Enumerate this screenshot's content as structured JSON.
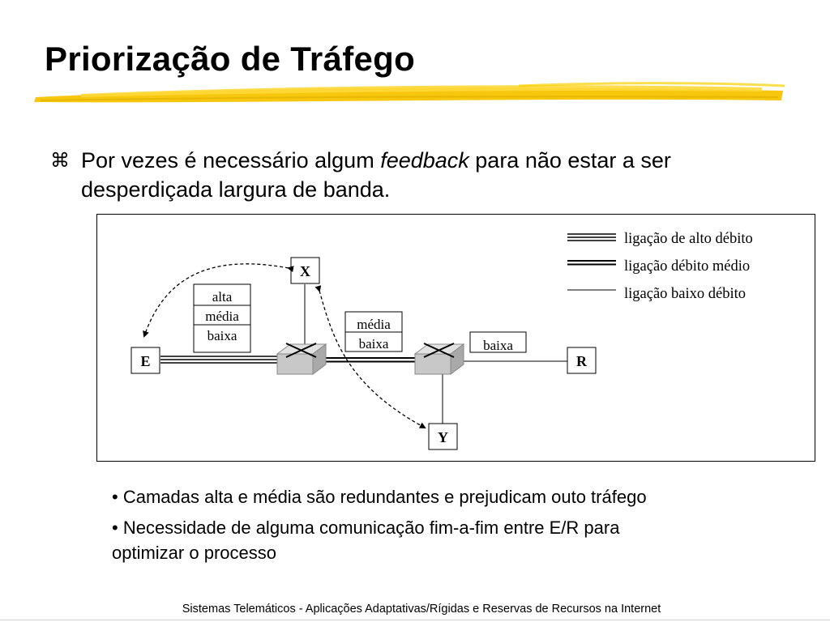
{
  "slide": {
    "title": "Priorização de Tráfego",
    "main_bullet": {
      "glyph": "⌘",
      "text_before": "Por vezes é necessário algum ",
      "text_italic": "feedback",
      "text_after": " para não estar a ser desperdiçada largura de banda."
    },
    "sub_bullets": [
      {
        "marker": "•",
        "text": " Camadas alta e média são redundantes e prejudicam outo tráfego"
      },
      {
        "marker": "•",
        "text": " Necessidade de alguma comunicação fim-a-fim entre E/R para optimizar o processo"
      }
    ],
    "footer": "Sistemas Telemáticos - Aplicações Adaptativas/Rígidas e Reservas de Recursos na Internet"
  },
  "diagram": {
    "nodes": {
      "e": "E",
      "r": "R",
      "x": "X",
      "y": "Y"
    },
    "layer_box_1": [
      "alta",
      "média",
      "baixa"
    ],
    "layer_box_2": [
      "média",
      "baixa"
    ],
    "layer_box_3": [
      "baixa"
    ],
    "legend": {
      "high": "ligação de alto débito",
      "medium": "ligação débito médio",
      "low": "ligação baixo débito"
    }
  },
  "colors": {
    "brush_stroke": "#f5c400",
    "router_fill": "#c8c8c8",
    "text": "#000000"
  }
}
